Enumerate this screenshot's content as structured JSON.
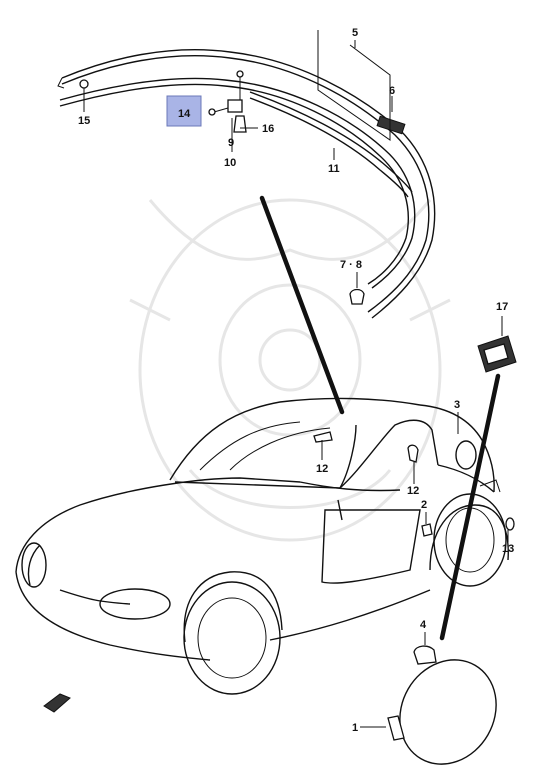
{
  "diagram": {
    "callouts": [
      {
        "id": "c1",
        "text": "1"
      },
      {
        "id": "c2",
        "text": "2"
      },
      {
        "id": "c3",
        "text": "3"
      },
      {
        "id": "c4",
        "text": "4"
      },
      {
        "id": "c5",
        "text": "5"
      },
      {
        "id": "c6",
        "text": "6"
      },
      {
        "id": "c78",
        "text": "7 · 8"
      },
      {
        "id": "c9",
        "text": "9"
      },
      {
        "id": "c10",
        "text": "10"
      },
      {
        "id": "c11",
        "text": "11"
      },
      {
        "id": "c12a",
        "text": "12"
      },
      {
        "id": "c12b",
        "text": "12"
      },
      {
        "id": "c13",
        "text": "13"
      },
      {
        "id": "c14",
        "text": "14"
      },
      {
        "id": "c15",
        "text": "15"
      },
      {
        "id": "c16",
        "text": "16"
      },
      {
        "id": "c17",
        "text": "17"
      }
    ],
    "highlighted_callout": "14",
    "colors": {
      "highlight_fill": "#a9b4e6",
      "ink": "#111111",
      "watermark": "#e6e6e6"
    }
  }
}
